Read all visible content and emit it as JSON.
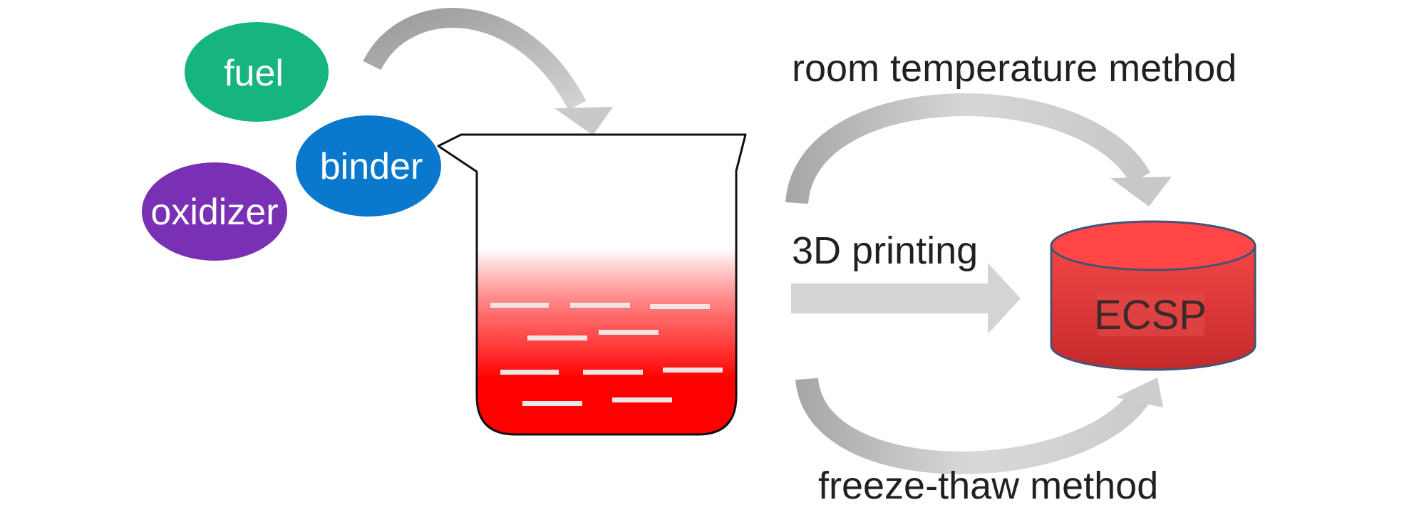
{
  "ingredients": {
    "fuel": "fuel",
    "binder": "binder",
    "oxidizer": "oxidizer"
  },
  "methods": {
    "room_temperature": "room temperature method",
    "printing_3d": "3D printing",
    "freeze_thaw": "freeze-thaw method"
  },
  "product": {
    "label": "ECSP"
  },
  "colors": {
    "fuel": "#16b57d",
    "binder": "#0a78cc",
    "oxidizer": "#7a30b4",
    "liquid": "#ff0000",
    "cylinder": "#ef3b3b",
    "arrow": "#cfcfcf"
  }
}
